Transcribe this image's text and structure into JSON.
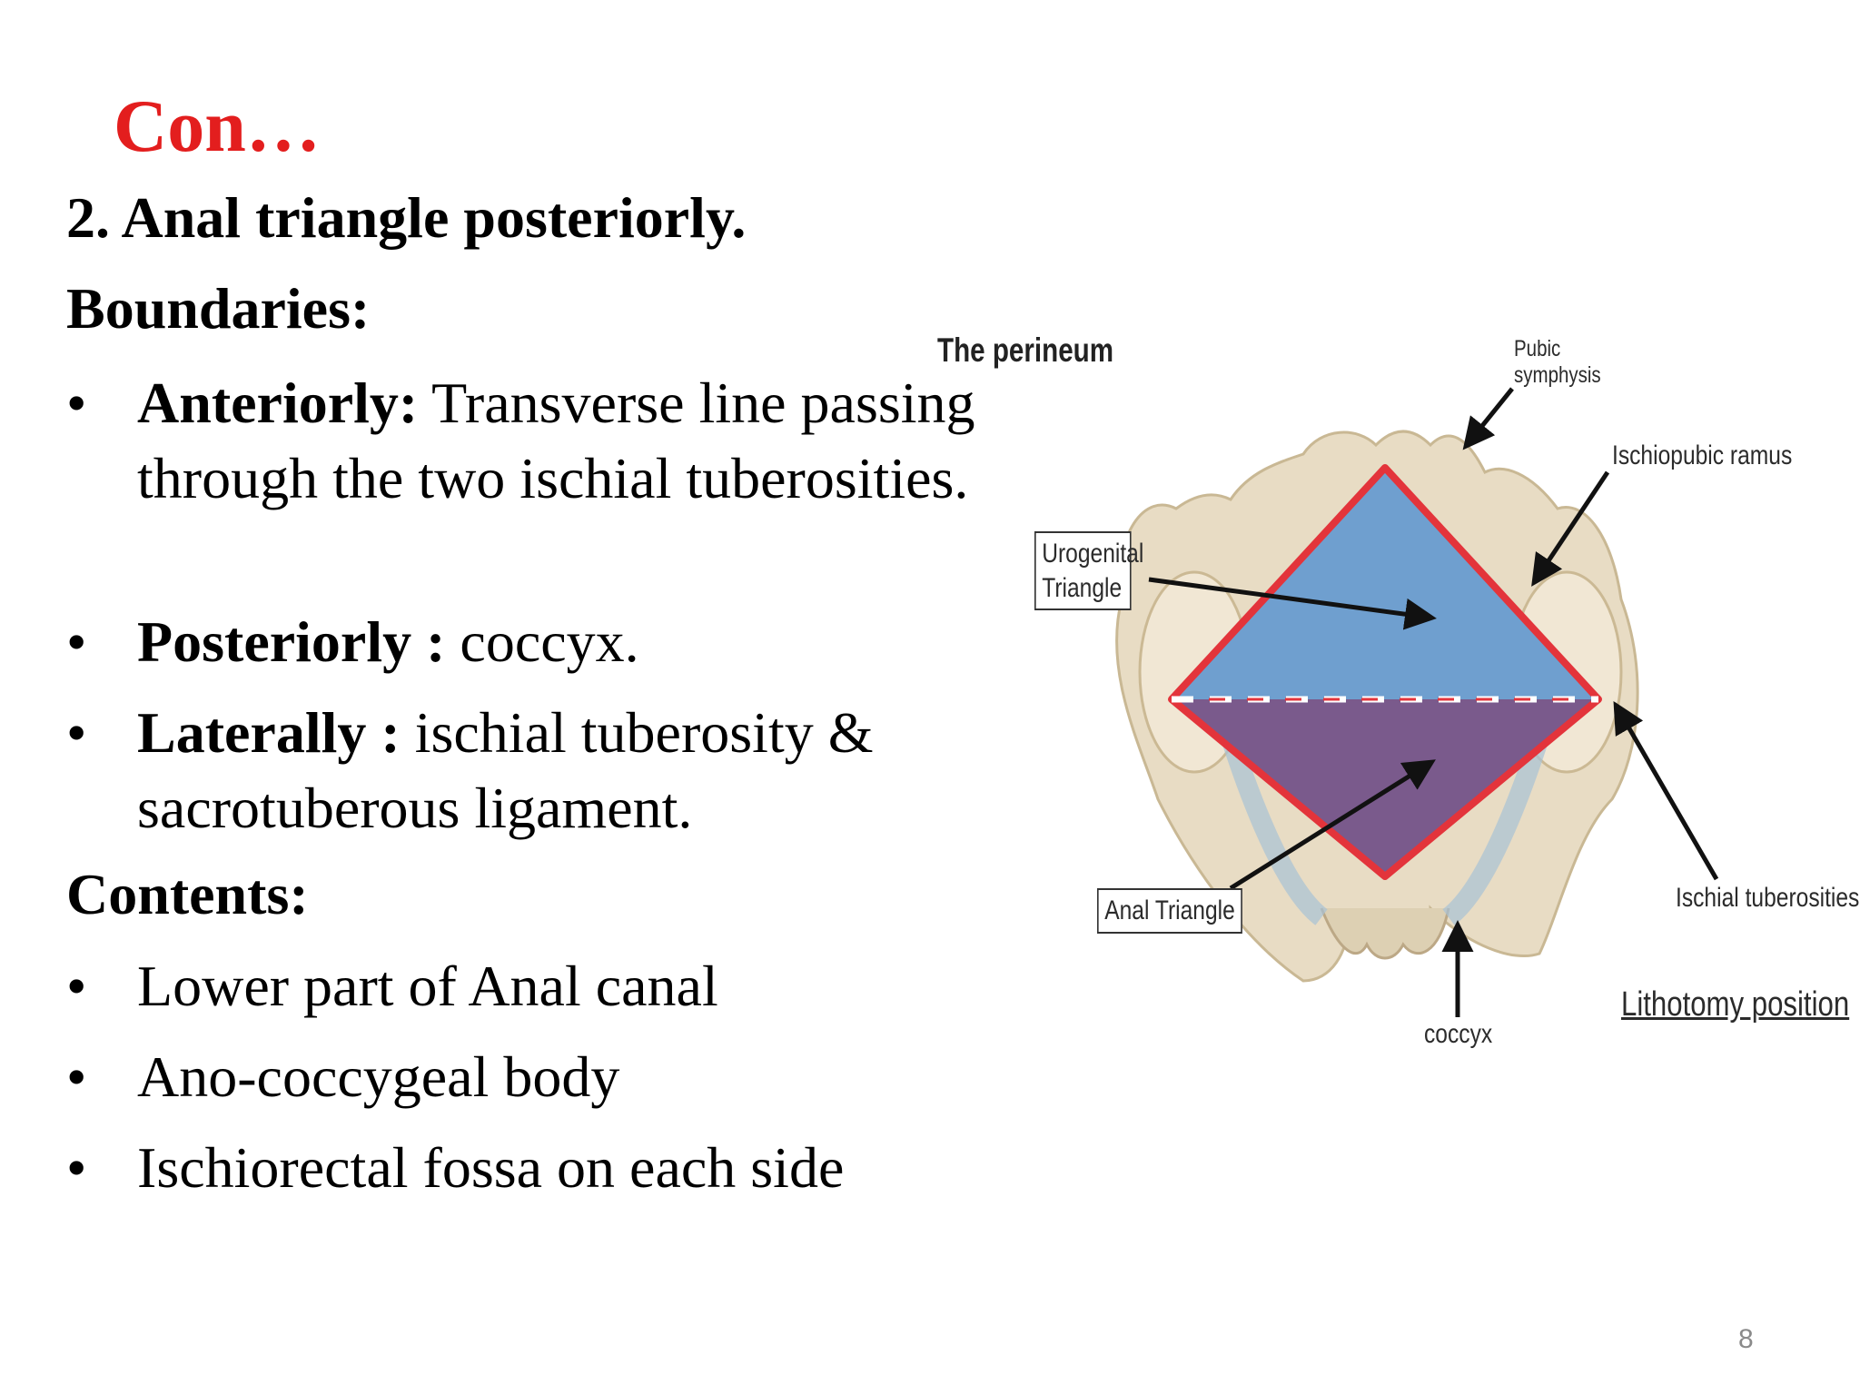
{
  "title": "Con…",
  "heading": "2. Anal triangle posteriorly.",
  "boundaries_label": "Boundaries:",
  "boundaries": [
    {
      "term": "Anteriorly:",
      "text": " Transverse line passing through the two ischial tuberosities."
    },
    {
      "term": "Posteriorly :",
      "text": "  coccyx."
    },
    {
      "term": "Laterally :",
      "text": "  ischial tuberosity & sacrotuberous ligament."
    }
  ],
  "contents_label": "Contents:",
  "contents": [
    "Lower part of Anal canal",
    "Ano-coccygeal body",
    "Ischiorectal fossa on each side"
  ],
  "bullet_glyph": "•",
  "figure": {
    "title": "The perineum",
    "labels": {
      "pubic_symphysis": "Pubic symphysis",
      "ischiopubic_ramus": "Ischiopubic ramus",
      "urogenital_triangle": "Urogenital Triangle",
      "anal_triangle": "Anal Triangle",
      "ischial_tuberosities": "Ischial tuberosities",
      "coccyx": "coccyx",
      "position": "Lithotomy position"
    },
    "colors": {
      "urogenital_fill": "#6f9fcf",
      "anal_fill": "#7a5a8c",
      "outline": "#e3343b",
      "bone": "#e8dcc4"
    }
  },
  "page_number": "8"
}
